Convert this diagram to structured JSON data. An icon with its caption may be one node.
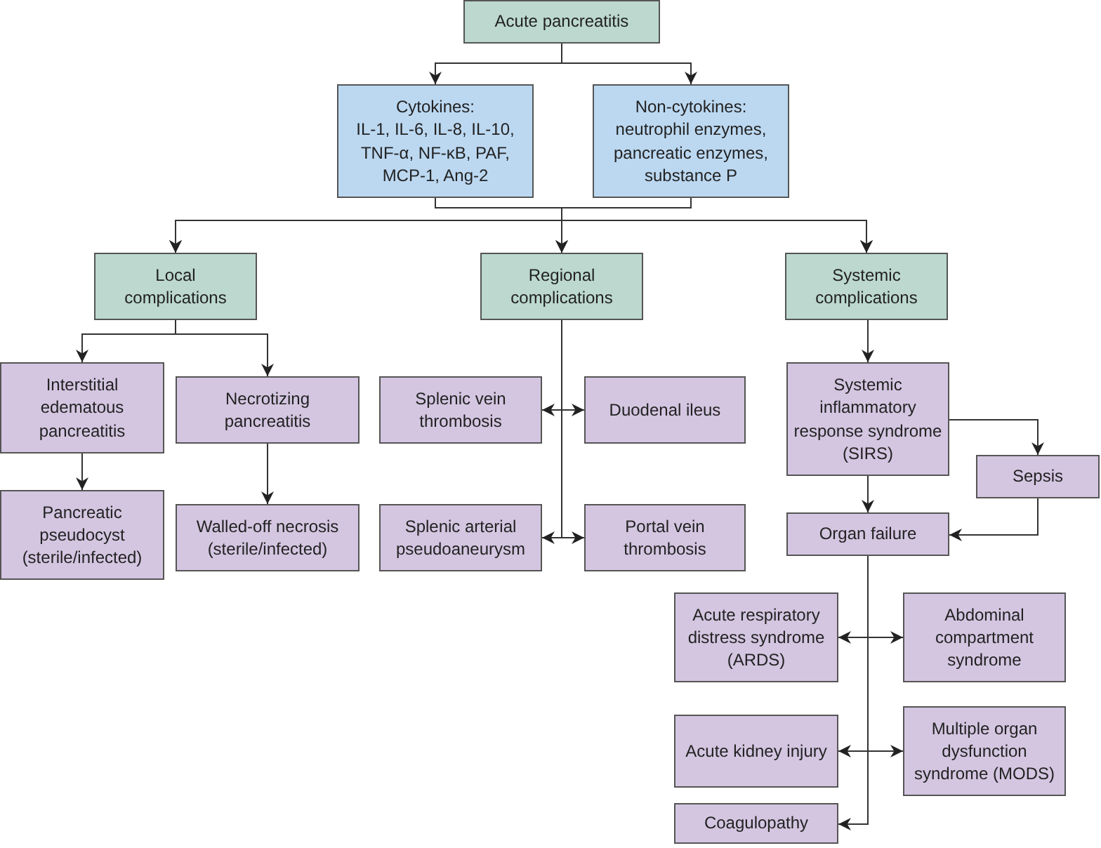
{
  "diagram": {
    "nodes": [
      {
        "text": [
          "Acute pancreatitis"
        ]
      },
      {
        "text": [
          "Cytokines:",
          "IL-1, IL-6, IL-8, IL-10, TNF-α, NF-κB, PAF, MCP-1, Ang-2"
        ]
      },
      {
        "text": [
          "Non-cytokines:",
          "neutrophil enzymes, pancreatic enzymes, substance P"
        ]
      },
      {
        "text": [
          "Local complications"
        ]
      },
      {
        "text": [
          "Regional complications"
        ]
      },
      {
        "text": [
          "Systemic complications"
        ]
      },
      {
        "text": [
          "Interstitial edematous pancreatitis"
        ]
      },
      {
        "text": [
          "Necrotizing pancreatitis"
        ]
      },
      {
        "text": [
          "Pancreatic pseudocyst (sterile/infected)"
        ]
      },
      {
        "text": [
          "Walled-off necrosis (sterile/infected)"
        ]
      },
      {
        "text": [
          "Splenic vein thrombosis"
        ]
      },
      {
        "text": [
          "Duodenal ileus"
        ]
      },
      {
        "text": [
          "Splenic arterial pseudoaneurysm"
        ]
      },
      {
        "text": [
          "Portal vein thrombosis"
        ]
      },
      {
        "text": [
          "Systemic inflammatory response syndrome (SIRS)"
        ]
      },
      {
        "text": [
          "Sepsis"
        ]
      },
      {
        "text": [
          "Organ failure"
        ]
      },
      {
        "text": [
          "Acute respiratory distress syndrome (ARDS)"
        ]
      },
      {
        "text": [
          "Abdominal compartment syndrome"
        ]
      },
      {
        "text": [
          "Acute kidney injury"
        ]
      },
      {
        "text": [
          "Multiple organ dysfunction syndrome (MODS)"
        ]
      },
      {
        "text": [
          "Coagulopathy"
        ]
      }
    ],
    "edges": [
      {
        "from": 0,
        "to": 1,
        "arrow": "to"
      },
      {
        "from": 0,
        "to": 2,
        "arrow": "to"
      },
      {
        "from": 1,
        "to": 3,
        "arrow": "to"
      },
      {
        "from": 1,
        "to": 4,
        "arrow": "to"
      },
      {
        "from": 1,
        "to": 5,
        "arrow": "to"
      },
      {
        "from": 2,
        "to": 3,
        "arrow": "to"
      },
      {
        "from": 2,
        "to": 4,
        "arrow": "to"
      },
      {
        "from": 2,
        "to": 5,
        "arrow": "to"
      },
      {
        "from": 3,
        "to": 6,
        "arrow": "to"
      },
      {
        "from": 3,
        "to": 7,
        "arrow": "to"
      },
      {
        "from": 6,
        "to": 8,
        "arrow": "to"
      },
      {
        "from": 7,
        "to": 9,
        "arrow": "to"
      },
      {
        "from": 4,
        "to": 10,
        "arrow": "to"
      },
      {
        "from": 4,
        "to": 11,
        "arrow": "to"
      },
      {
        "from": 4,
        "to": 12,
        "arrow": "to"
      },
      {
        "from": 4,
        "to": 13,
        "arrow": "to"
      },
      {
        "from": 5,
        "to": 14,
        "arrow": "to"
      },
      {
        "from": 14,
        "to": 15,
        "arrow": "to"
      },
      {
        "from": 14,
        "to": 16,
        "arrow": "to"
      },
      {
        "from": 15,
        "to": 16,
        "arrow": "to"
      },
      {
        "from": 16,
        "to": 17,
        "arrow": "to"
      },
      {
        "from": 16,
        "to": 18,
        "arrow": "to"
      },
      {
        "from": 16,
        "to": 19,
        "arrow": "to"
      },
      {
        "from": 16,
        "to": 20,
        "arrow": "to"
      },
      {
        "from": 16,
        "to": 21,
        "arrow": "to"
      }
    ]
  }
}
